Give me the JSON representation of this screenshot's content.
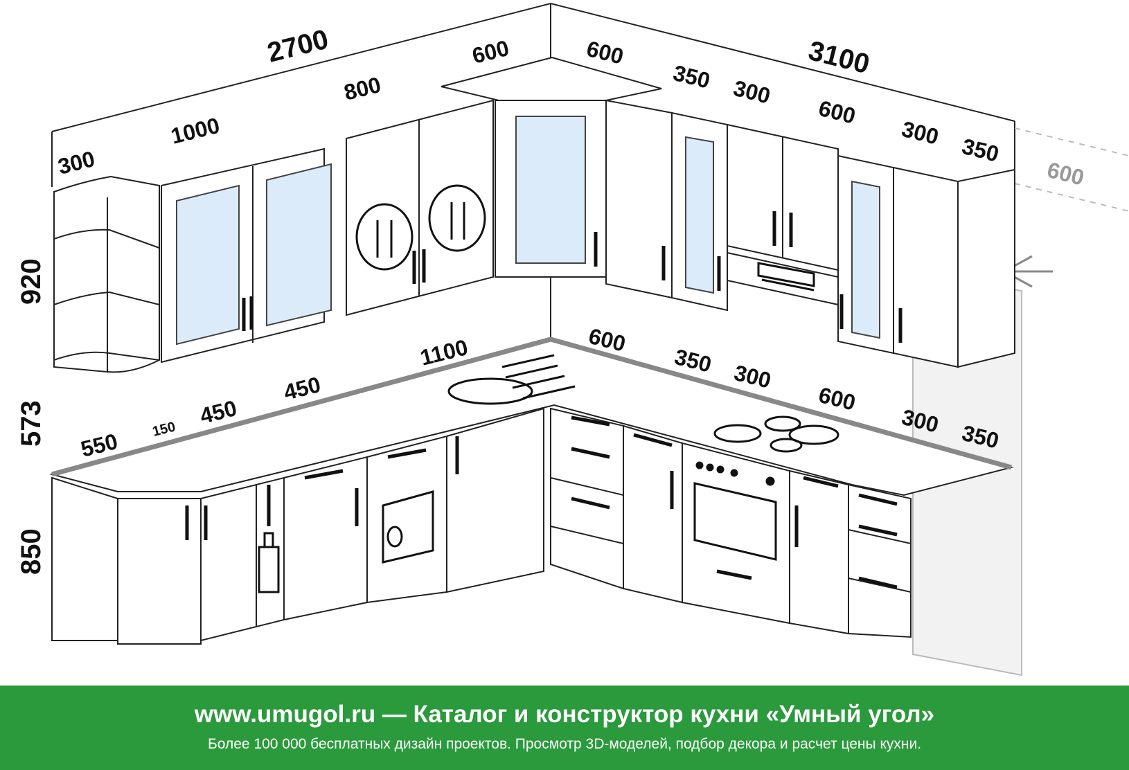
{
  "colors": {
    "footer_bg": "#2a9a3c",
    "glass": "#dcebfa",
    "countertop_edge": "#888888",
    "fridge_fill": "#eeeeee"
  },
  "dimensions": {
    "wall_left_total": "2700",
    "wall_right_total": "3100",
    "upper_left": [
      "300",
      "1000",
      "800",
      "600"
    ],
    "upper_right": [
      "600",
      "350",
      "300",
      "600",
      "300",
      "350"
    ],
    "fridge_width": "600",
    "counter_left": [
      "550",
      "150",
      "450",
      "450",
      "1100"
    ],
    "counter_right": [
      "600",
      "350",
      "300",
      "600",
      "300",
      "350"
    ],
    "height_upper": "920",
    "height_gap": "573",
    "height_base": "850"
  },
  "icons": [
    "cutlery-plate-icon",
    "bottle-icon",
    "dishwasher-icon",
    "oven-icon",
    "hob-icon",
    "sink-icon",
    "range-hood-icon",
    "snowflake-icon"
  ],
  "footer": {
    "title": "www.umugol.ru — Каталог и конструктор кухни «Умный угол»",
    "subtitle": "Более 100 000 бесплатных дизайн проектов. Просмотр 3D-моделей, подбор декора и расчет цены кухни."
  }
}
